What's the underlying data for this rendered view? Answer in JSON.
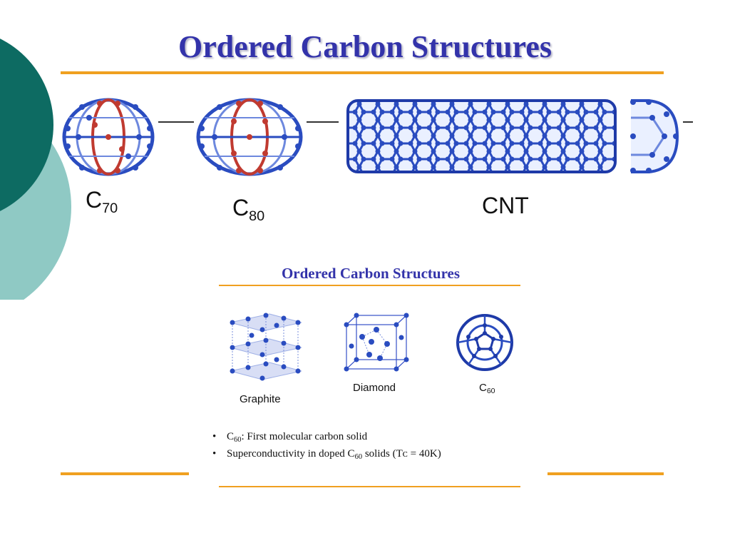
{
  "slide": {
    "title": "Ordered Carbon Structures",
    "top_labels": {
      "c70": {
        "base": "C",
        "sub": "70"
      },
      "c80": {
        "base": "C",
        "sub": "80"
      },
      "cnt": "CNT"
    },
    "inner": {
      "title": "Ordered Carbon Structures",
      "graphite": "Graphite",
      "diamond": "Diamond",
      "c60": {
        "base": "C",
        "sub": "60"
      }
    },
    "bullets": [
      {
        "pre": "C",
        "sub": "60",
        "post": ": First molecular carbon solid"
      },
      {
        "pre": "Superconductivity in doped C",
        "sub": "60",
        "post": " solids (Tᴄ = 40K)"
      }
    ]
  },
  "colors": {
    "title": "#3333aa",
    "accent_orange": "#f0a020",
    "teal_dark": "#0d6b62",
    "teal_light": "#8fc9c4",
    "atom_blue": "#2a4cc0",
    "atom_red": "#c03a30"
  }
}
